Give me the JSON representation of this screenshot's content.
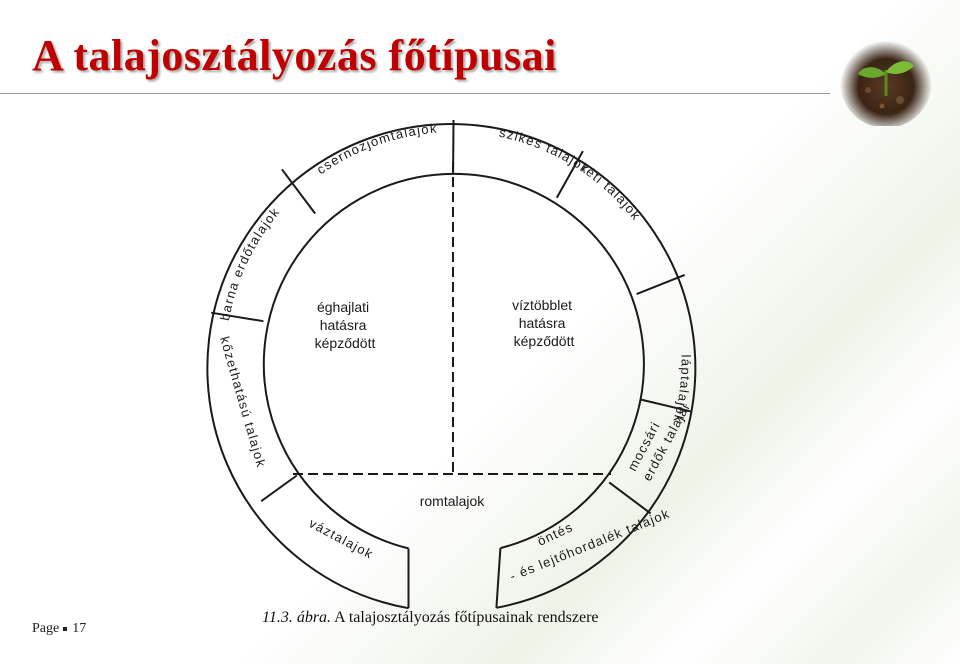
{
  "slide": {
    "title": "A talajosztályozás főtípusai",
    "page_label": "Page",
    "page_number": "17",
    "logo_icon": "soil-seedling-icon"
  },
  "diagram": {
    "ring_segments": [
      "csernozjomtalajok",
      "szikes talajok",
      "réti talajok",
      "láptalajok",
      "mocsári erdők talajai",
      "öntés- és lejtőhordalék talajok",
      "váztalajok",
      "kőzethatású talajok",
      "barna erdőtalajok"
    ],
    "inner_regions": {
      "left": [
        "éghajlati",
        "hatásra",
        "képződött"
      ],
      "right": [
        "víztöbblet",
        "hatásra",
        "képződött"
      ],
      "bottom": "romtalajok"
    },
    "caption": {
      "figure_number": "11.3. ábra.",
      "text": "A talajosztályozás főtípusainak rendszere"
    }
  },
  "colors": {
    "title": "#c00000",
    "line": "#1a1a1a"
  }
}
